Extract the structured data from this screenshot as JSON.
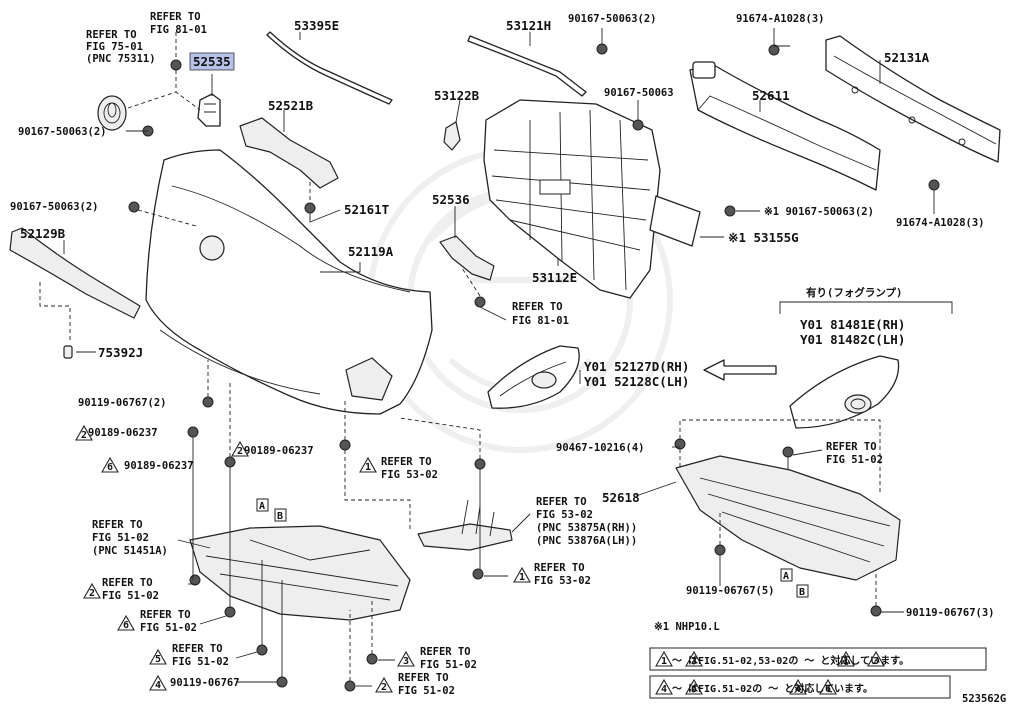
{
  "diagram_id": "523562G",
  "highlighted_part": "52535",
  "labels": {
    "l_53395E": "53395E",
    "l_53121H": "53121H",
    "l_52131A": "52131A",
    "l_52611": "52611",
    "l_52535": "52535",
    "l_52521B": "52521B",
    "l_53122B": "53122B",
    "l_52161T": "52161T",
    "l_52129B": "52129B",
    "l_52119A": "52119A",
    "l_52536": "52536",
    "l_53112E": "53112E",
    "l_53155G": "※1 53155G",
    "l_75392J": "75392J",
    "l_52618": "52618",
    "ref_75_1": "REFER TO",
    "ref_75_2": "FIG 75-01",
    "ref_75_3": "(PNC 75311)",
    "ref_81_top_1": "REFER TO",
    "ref_81_top_2": "FIG 81-01",
    "ref_81_mid_1": "REFER TO",
    "ref_81_mid_2": "FIG 81-01",
    "ref_51451_1": "REFER TO",
    "ref_51451_2": "FIG 51-02",
    "ref_51451_3": "(PNC 51451A)",
    "ref_5302_mid_1": "REFER TO",
    "ref_5302_mid_2": "FIG 53-02",
    "ref_5302_pnc_1": "REFER TO",
    "ref_5302_pnc_2": "FIG 53-02",
    "ref_5302_pnc_3": "(PNC 53875A(RH))",
    "ref_5302_pnc_4": "(PNC 53876A(LH))",
    "ref_5302_low_1": "REFER TO",
    "ref_5302_low_2": "FIG 53-02",
    "ref_5102_right_1": "REFER TO",
    "ref_5102_right_2": "FIG 51-02",
    "ref_5102_a_1": "REFER TO",
    "ref_5102_a_2": "FIG 51-02",
    "ref_5102_b_1": "REFER TO",
    "ref_5102_b_2": "FIG 51-02",
    "ref_5102_c_1": "REFER TO",
    "ref_5102_c_2": "FIG 51-02",
    "ref_5102_d_1": "REFER TO",
    "ref_5102_d_2": "FIG 51-02",
    "ref_5102_e_1": "REFER TO",
    "ref_5102_e_2": "FIG 51-02",
    "f_50063_tr": "90167-50063(2)",
    "f_50063_mid": "90167-50063",
    "f_a1028_top": "91674-A1028(3)",
    "f_a1028_bot": "91674-A1028(3)",
    "f_50063_left": "90167-50063(2)",
    "f_50063_left2": "90167-50063(2)",
    "f_50063_right": "※1 90167-50063(2)",
    "f_06767_2": "90119-06767(2)",
    "f_06237_a": "90189-06237",
    "f_06237_b": "90189-06237",
    "f_06237_c": "90189-06237",
    "f_10216": "90467-10216(4)",
    "f_06767_5": "90119-06767(5)",
    "f_06767_3": "90119-06767(3)",
    "f_06767": "90119-06767",
    "fog_title": "有り(フォグランプ)",
    "fog_rh": "Y01 81481E(RH)",
    "fog_lh": "Y01 81482C(LH)",
    "cover_rh": "Y01 52127D(RH)",
    "cover_lh": "Y01 52128C(LH)",
    "note1": "※1 NHP10.L",
    "legend1": "～  はFIG.51-02,53-02の  ～  と対応しています。",
    "legend2": "～  はFIG.51-02の  ～  と対応しています。",
    "tri_1": "1",
    "tri_2": "2",
    "tri_3": "3",
    "tri_4": "4",
    "tri_5": "5",
    "tri_6": "6",
    "box_A": "A",
    "box_B": "B"
  }
}
